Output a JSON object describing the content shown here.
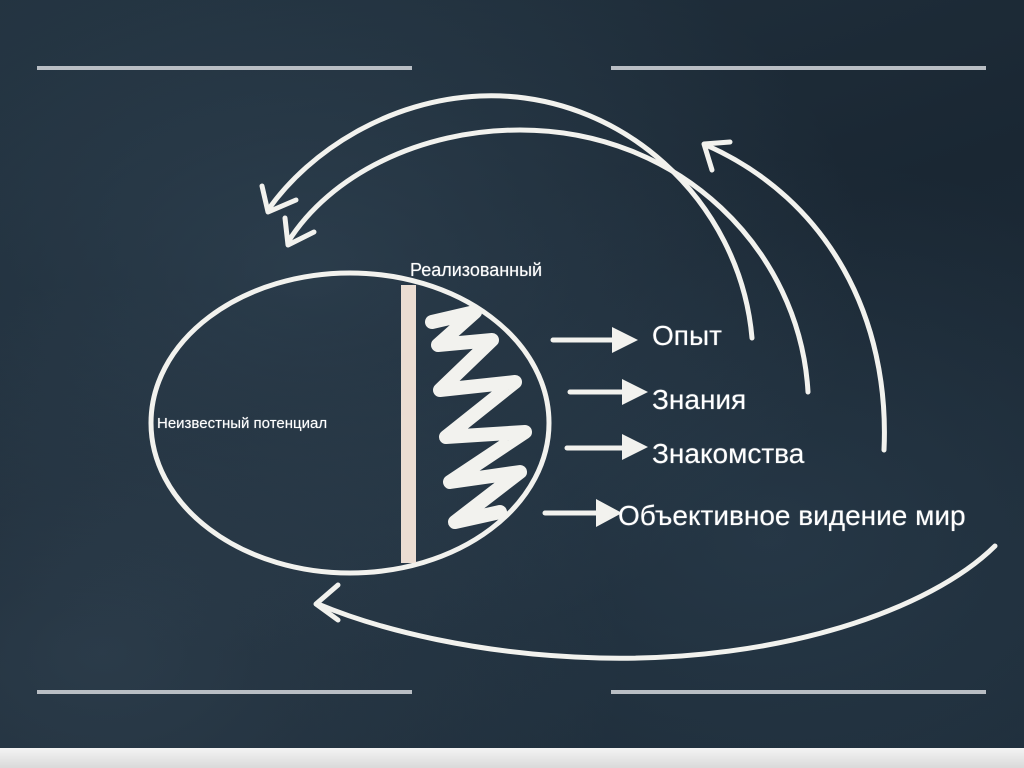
{
  "diagram": {
    "ellipse_label": "Неизвестный потенциал",
    "top_label": "Реализованный",
    "outputs": [
      {
        "label": "Опыт"
      },
      {
        "label": "Знания"
      },
      {
        "label": "Знакомства"
      },
      {
        "label": "Объективное видение мир"
      }
    ]
  },
  "colors": {
    "board": "#1d2b38",
    "chalk": "#f2f2ee",
    "rule": "#b9bec4"
  }
}
